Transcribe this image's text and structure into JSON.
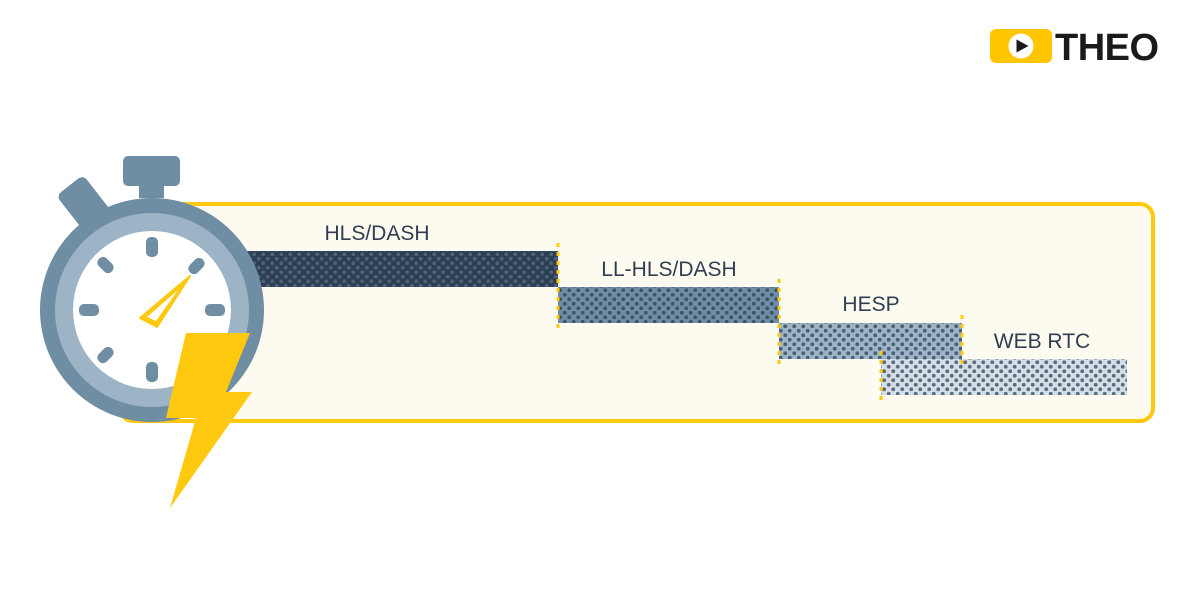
{
  "logo": {
    "text": "THEO",
    "icon": "play-icon",
    "accent_color": "#ffc600"
  },
  "timeline": {
    "frame_color": "#ffc90f",
    "frame_fill": "#fdfaef",
    "bars": [
      {
        "label": "HLS/DASH",
        "color": "#2d3f53",
        "dot_color": "#4e6378"
      },
      {
        "label": "LL-HLS/DASH",
        "color": "#6f8ea3",
        "dot_color": "#3d5468"
      },
      {
        "label": "HESP",
        "color": "#9cb4c6",
        "dot_color": "#4a6174"
      },
      {
        "label": "WEB RTC",
        "color": "#d5dee6",
        "dot_color": "#5a6d80"
      }
    ]
  },
  "icons": {
    "stopwatch": "stopwatch-icon",
    "lightning": "lightning-bolt-icon",
    "stopwatch_body_color": "#6f8ea3",
    "stopwatch_ring_color": "#9cb4c6",
    "lightning_color": "#ffc90f"
  }
}
